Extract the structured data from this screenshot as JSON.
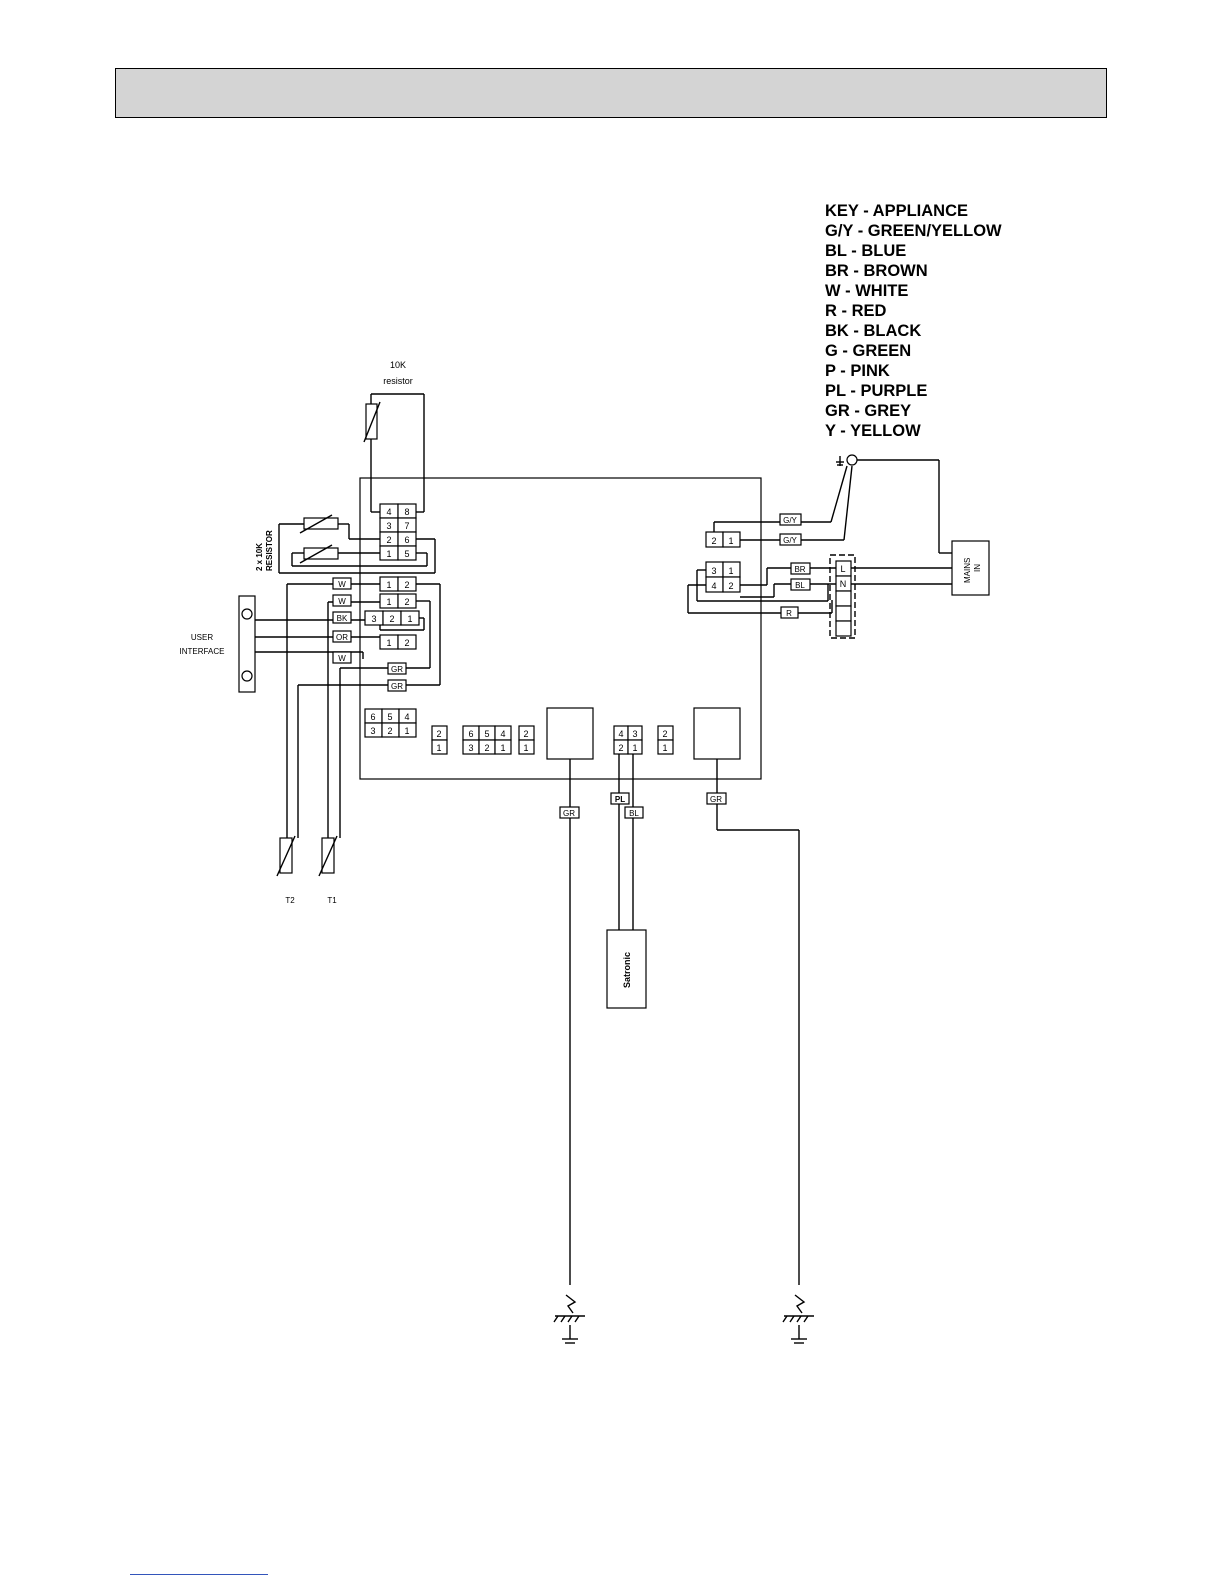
{
  "header": {
    "title": ""
  },
  "key": {
    "title": "KEY - APPLIANCE",
    "entries": [
      "G/Y - GREEN/YELLOW",
      "BL - BLUE",
      "BR - BROWN",
      "W - WHITE",
      "R - RED",
      "BK - BLACK",
      "G - GREEN",
      "P - PINK",
      "PL - PURPLE",
      "GR - GREY",
      "Y - YELLOW"
    ]
  },
  "components": {
    "resistor_10k": [
      "10K",
      "resistor"
    ],
    "resistor_2x10k": [
      "2 x 10K",
      "RESISTOR"
    ],
    "user_interface": [
      "USER",
      "INTERFACE"
    ],
    "mains_in": [
      "MAINS",
      "IN"
    ],
    "satronic": "Satronic",
    "sensor_t1": "T1",
    "sensor_t2": "T2"
  },
  "wire_tags": {
    "w1": "W",
    "w2": "W",
    "bk": "BK",
    "or": "OR",
    "w3": "W",
    "gr1": "GR",
    "gr2": "GR",
    "gy1": "G/Y",
    "gy2": "G/Y",
    "br": "BR",
    "bl": "BL",
    "r": "R",
    "gr_bottom_left": "GR",
    "pl": "PL",
    "bl_bottom": "BL",
    "gr_bottom_right": "GR"
  },
  "terminals": {
    "mains_l": "L",
    "mains_n": "N"
  },
  "pins": {
    "p1": "1",
    "p2": "2",
    "p3": "3",
    "p4": "4",
    "p5": "5",
    "p6": "6",
    "p7": "7",
    "p8": "8"
  }
}
